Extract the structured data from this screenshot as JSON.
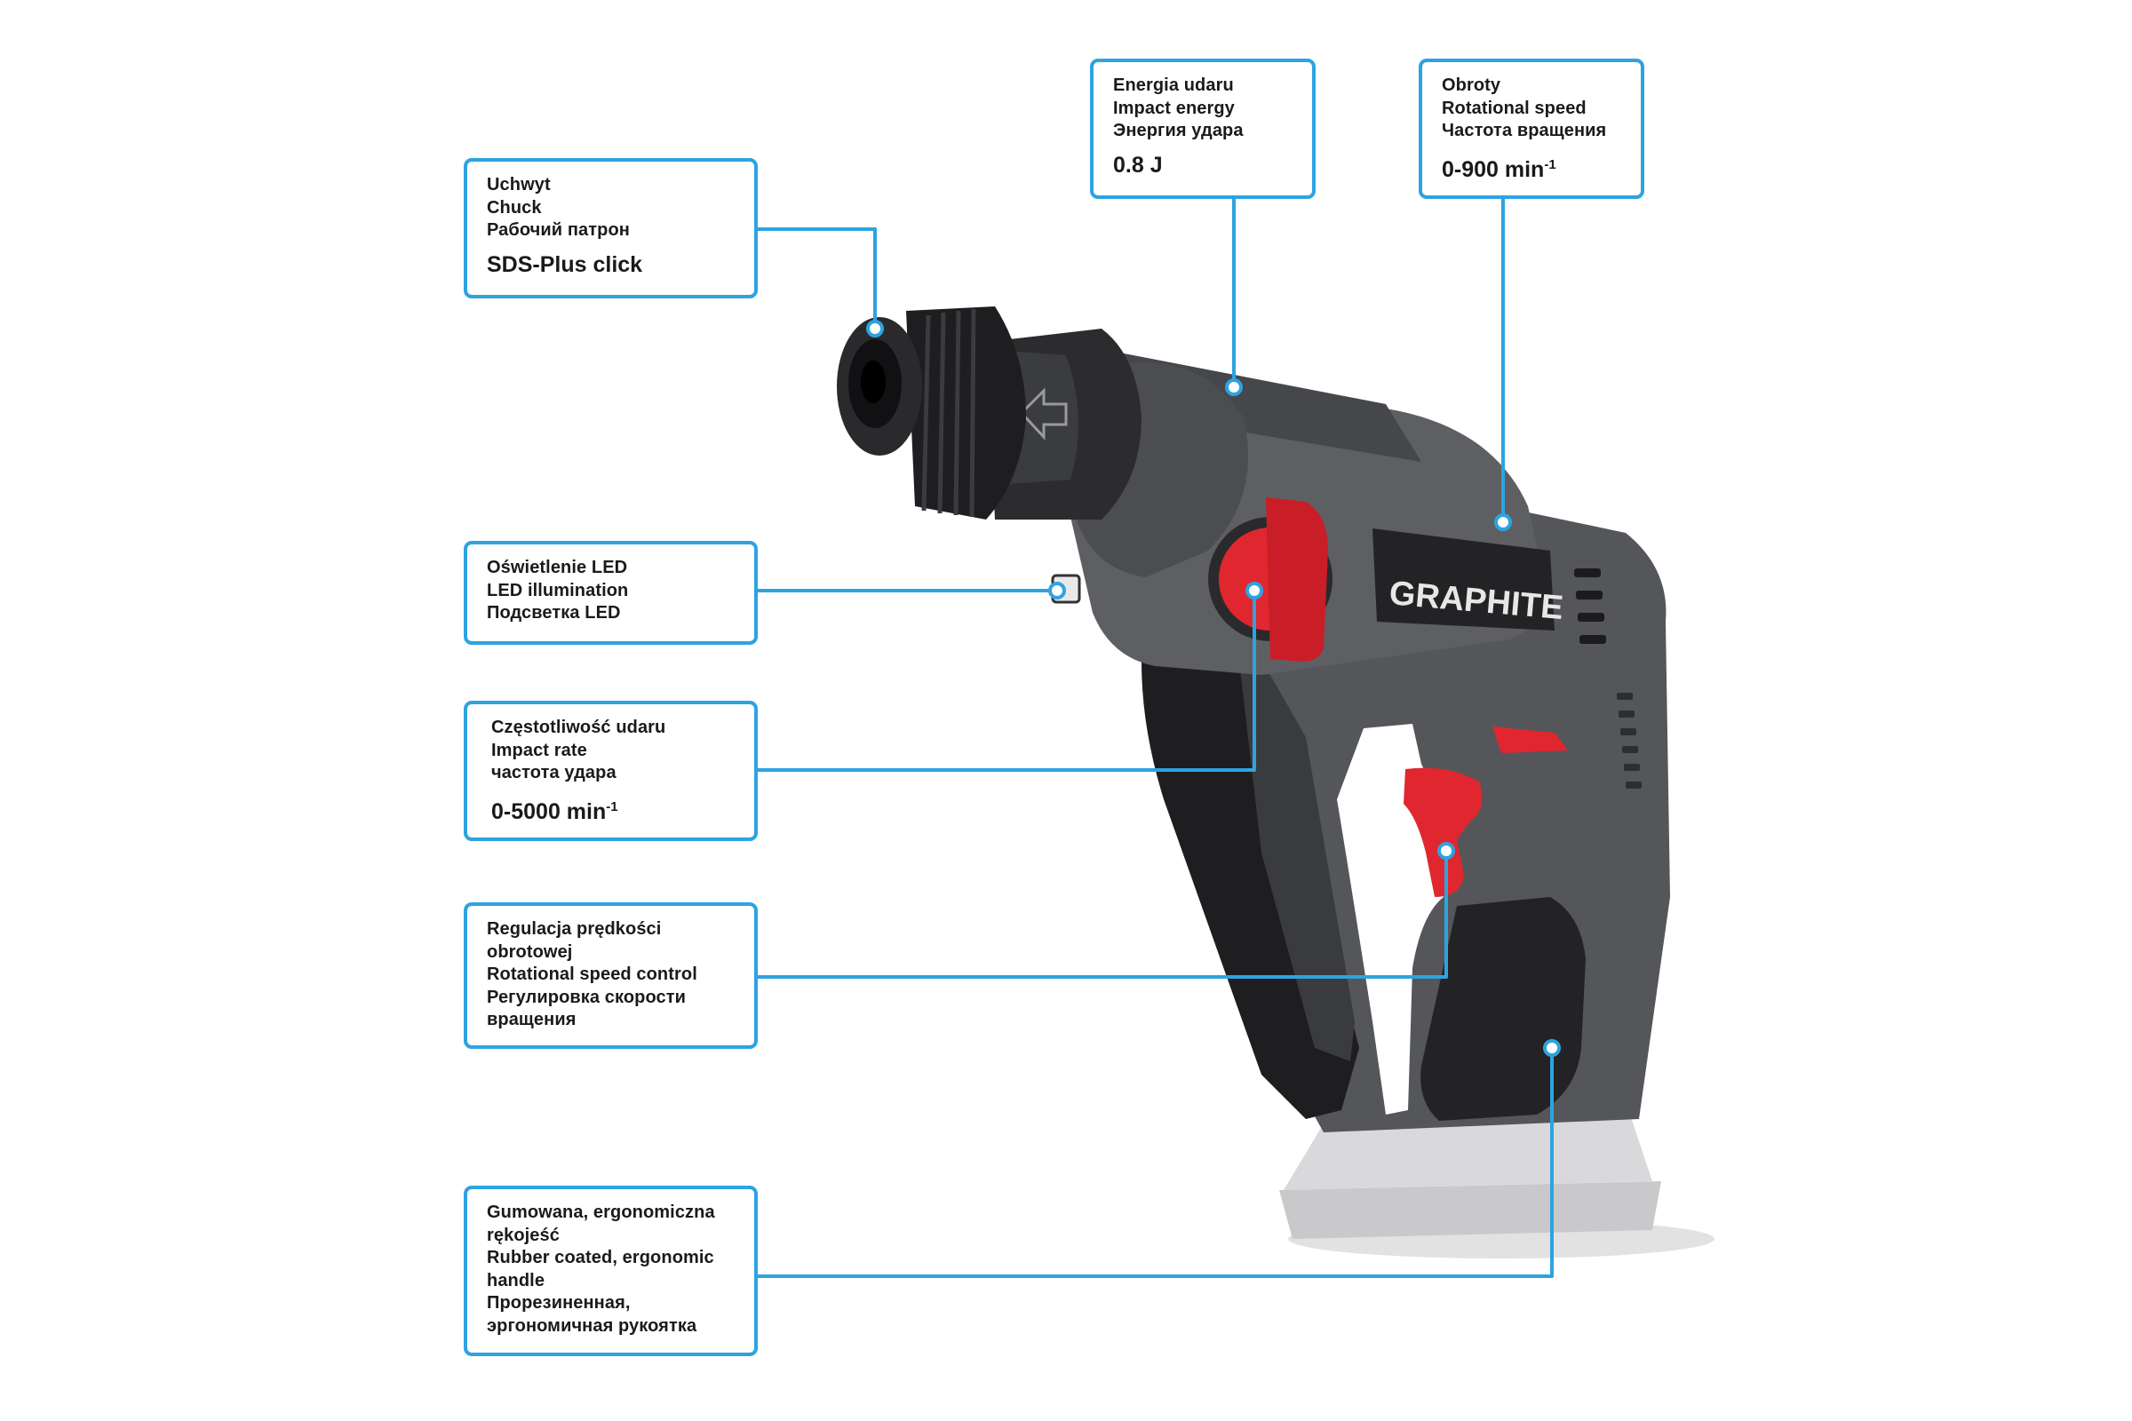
{
  "colors": {
    "accent": "#2ea3e0",
    "body_dark": "#2b2b2e",
    "body_grey": "#5a5b5f",
    "red": "#e0262f"
  },
  "brand_logo": "GRAPHITE",
  "callouts": {
    "chuck": {
      "lines": [
        "Uchwyt",
        "Chuck",
        "Рабочий патрон"
      ],
      "value": "SDS-Plus click"
    },
    "impact_energy": {
      "lines": [
        "Energia udaru",
        "Impact energy",
        "Энергия удара"
      ],
      "value": "0.8 J"
    },
    "speed": {
      "lines": [
        "Obroty",
        "Rotational speed",
        "Частота вращения"
      ],
      "value": "0-900 min",
      "value_sup": "-1"
    },
    "led": {
      "lines": [
        "Oświetlenie LED",
        "LED illumination",
        "Подсветка LED"
      ]
    },
    "impact_rate": {
      "lines": [
        "Częstotliwość udaru",
        "Impact rate",
        "частота удара"
      ],
      "value": "0-5000 min",
      "value_sup": "-1"
    },
    "speed_control": {
      "lines": [
        "Regulacja prędkości",
        "obrotowej",
        "Rotational speed control",
        "Регулировка скорости",
        "вращения"
      ]
    },
    "handle": {
      "lines": [
        "Gumowana, ergonomiczna",
        "rękojeść",
        "Rubber coated, ergonomic",
        "handle",
        "Прорезиненная,",
        "эргономичная рукоятка"
      ]
    }
  }
}
